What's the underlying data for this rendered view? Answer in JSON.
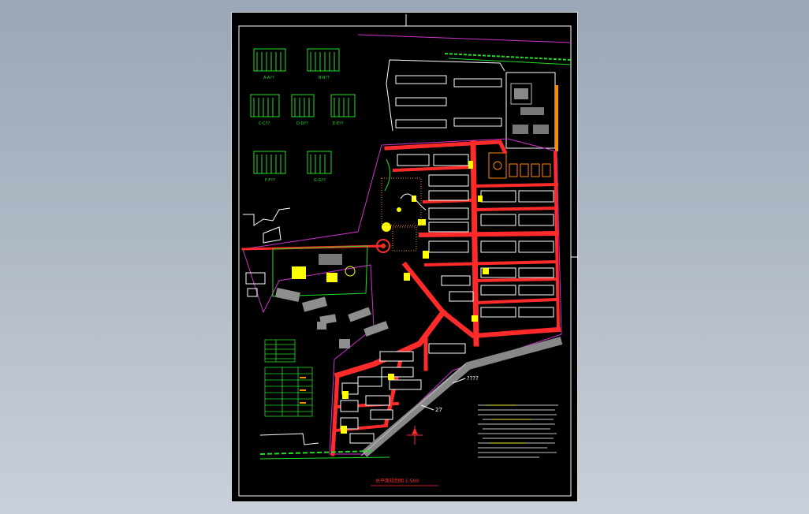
{
  "viewer": {
    "background_top": "#9aa7b7",
    "background_bottom": "#c9d0d9"
  },
  "drawing": {
    "title_bar": "总平面规划图 1:500",
    "road_label": "????",
    "road_label_2": "27",
    "colors": {
      "sheet": "#000000",
      "frame": "#ffffff",
      "roads": "#ff2a2a",
      "buildings": "#ffffff",
      "amenities": "#ffff00",
      "green": "#22dd22",
      "boundary": "#cc33cc",
      "existing": "#999999",
      "accent": "#ff8800",
      "annotation": "#00ffff"
    },
    "elevation_labels": [
      "A-A??",
      "B-B??",
      "C-C??",
      "D-D??",
      "E-E??",
      "F-F??",
      "G-G??"
    ],
    "compass_icon": "north-arrow-icon"
  }
}
